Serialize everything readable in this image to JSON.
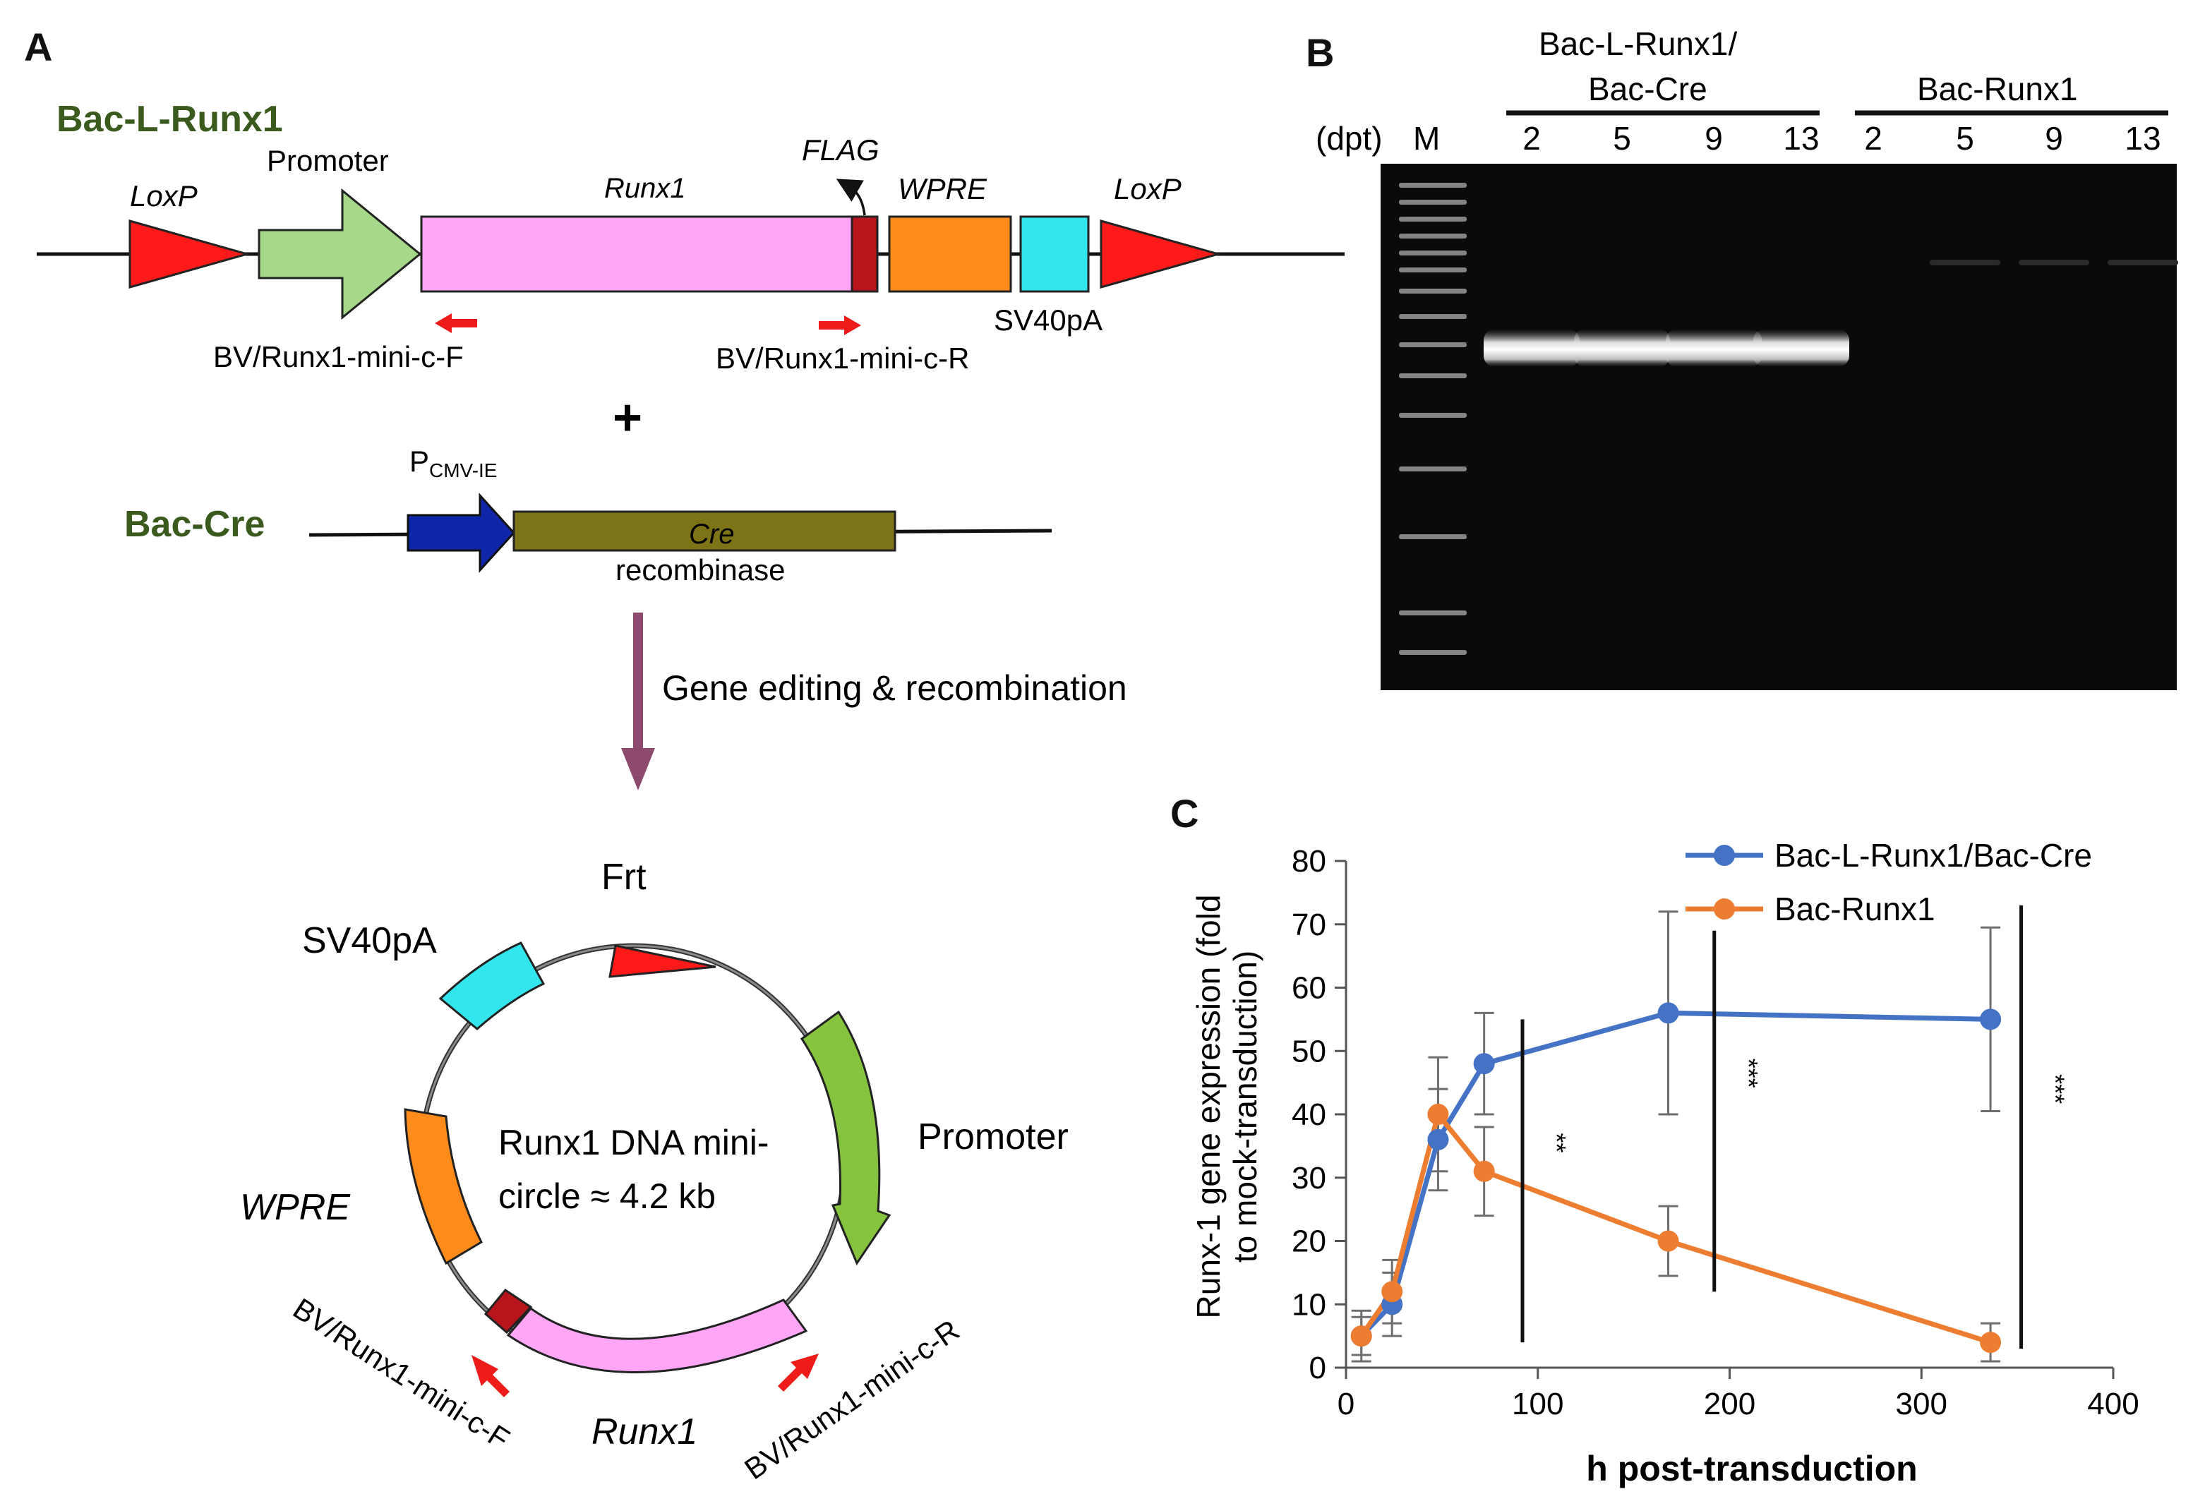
{
  "panel_a": {
    "label": "A",
    "construct1_name": "Bac-L-Runx1",
    "loxp_left": "LoxP",
    "promoter": "Promoter",
    "runx1": "Runx1",
    "flag": "FLAG",
    "wpre": "WPRE",
    "loxp_right": "LoxP",
    "sv40pa": "SV40pA",
    "primer_f": "BV/Runx1-mini-c-F",
    "primer_r": "BV/Runx1-mini-c-R",
    "plus": "+",
    "pcmv_p": "P",
    "pcmv_sub": "CMV-IE",
    "construct2_name": "Bac-Cre",
    "cre": "Cre",
    "recombinase": "recombinase",
    "process": "Gene editing & recombination",
    "circle_frt": "Frt",
    "circle_sv40pa": "SV40pA",
    "circle_promoter": "Promoter",
    "circle_wpre": "WPRE",
    "circle_line1": "Runx1 DNA mini-",
    "circle_line2": "circle ≈ 4.2 kb",
    "circle_runx1": "Runx1",
    "circle_primer_f": "BV/Runx1-mini-c-F",
    "circle_primer_r": "BV/Runx1-mini-c-R"
  },
  "panel_b": {
    "label": "B",
    "group1_line1": "Bac-L-Runx1/",
    "group1_line2": "Bac-Cre",
    "group2": "Bac-Runx1",
    "dpt_label": "(dpt)",
    "marker_label": "M",
    "lanes1": [
      "2",
      "5",
      "9",
      "13"
    ],
    "lanes2": [
      "2",
      "5",
      "9",
      "13"
    ]
  },
  "panel_c": {
    "label": "C",
    "significance": [
      "**",
      "***",
      "***"
    ]
  },
  "chart_data": {
    "type": "line",
    "xlabel": "h post-transduction",
    "ylabel": "Runx-1 gene expression (fold to mock-transduction)",
    "xlim": [
      0,
      400
    ],
    "ylim": [
      0,
      80
    ],
    "xticks": [
      0,
      100,
      200,
      300,
      400
    ],
    "yticks": [
      0,
      10,
      20,
      30,
      40,
      50,
      60,
      70,
      80
    ],
    "grid": false,
    "legend": "top-right",
    "series": [
      {
        "name": "Bac-L-Runx1/Bac-Cre",
        "color": "#4472c4",
        "x": [
          8,
          24,
          48,
          72,
          168,
          336
        ],
        "y": [
          5,
          10,
          36,
          48,
          56,
          55
        ],
        "err": [
          3,
          5,
          8,
          8,
          16,
          14.5
        ]
      },
      {
        "name": "Bac-Runx1",
        "color": "#ed7d31",
        "x": [
          8,
          24,
          48,
          72,
          168,
          336
        ],
        "y": [
          5,
          12,
          40,
          31,
          20,
          4
        ],
        "err": [
          4,
          5,
          9,
          7,
          5.5,
          3
        ]
      }
    ]
  },
  "colors": {
    "loxp": "#ff1a1a",
    "promoter_box": "#a6d88a",
    "promoter_circle": "#86c440",
    "runx1": "#ffa6f7",
    "flag": "#b8141b",
    "wpre": "#ff8c1a",
    "sv40pa": "#33e6ee",
    "pcmv": "#1026a8",
    "cre": "#7d7418",
    "arrow_process": "#8e4a6e",
    "primer": "#ee1b1b"
  },
  "icons": {
    "flag_arrow": "curved-arrow-icon",
    "primer_arrow": "red-arrow-icon",
    "process_arrow": "down-arrow-icon"
  }
}
